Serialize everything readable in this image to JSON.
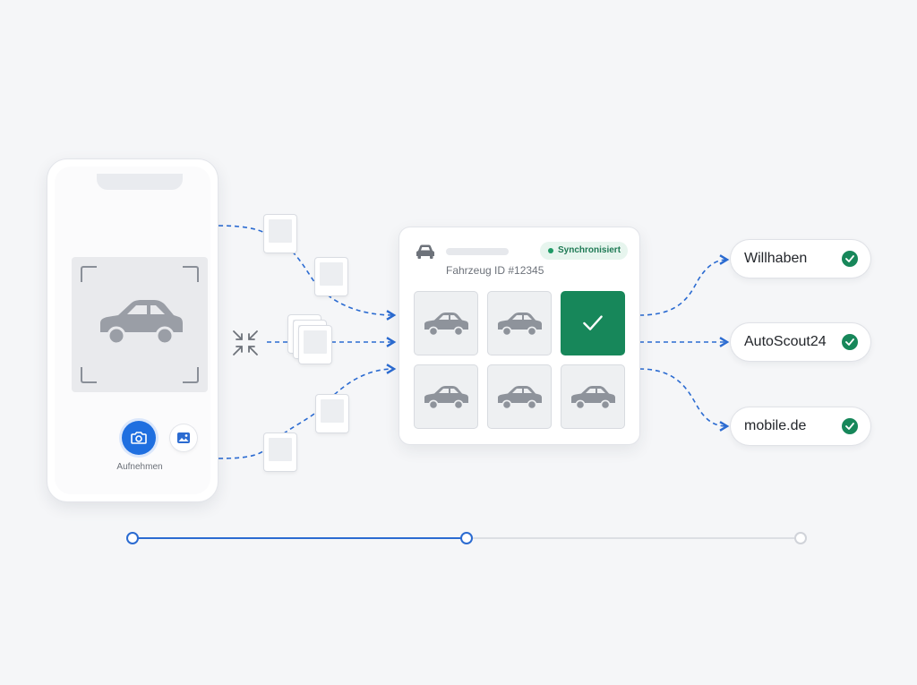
{
  "phone": {
    "capture_label": "Aufnehmen",
    "icons": [
      "car-icon",
      "camera-icon",
      "image-icon"
    ]
  },
  "card": {
    "vehicle_id": "Fahrzeug ID #12345",
    "status_badge": "Synchronisiert",
    "photos": [
      {
        "selected": false
      },
      {
        "selected": false
      },
      {
        "selected": true
      },
      {
        "selected": false
      },
      {
        "selected": false
      },
      {
        "selected": false
      }
    ]
  },
  "marketplaces": [
    {
      "name": "Willhaben",
      "status": "check-icon"
    },
    {
      "name": "AutoScout24",
      "status": "check-icon"
    },
    {
      "name": "mobile.de",
      "status": "check-icon"
    }
  ],
  "progress": {
    "steps_total": 3,
    "current_step": 2
  },
  "colors": {
    "accent": "#2b6bd1",
    "success": "#17875a",
    "background": "#f5f6f8"
  }
}
